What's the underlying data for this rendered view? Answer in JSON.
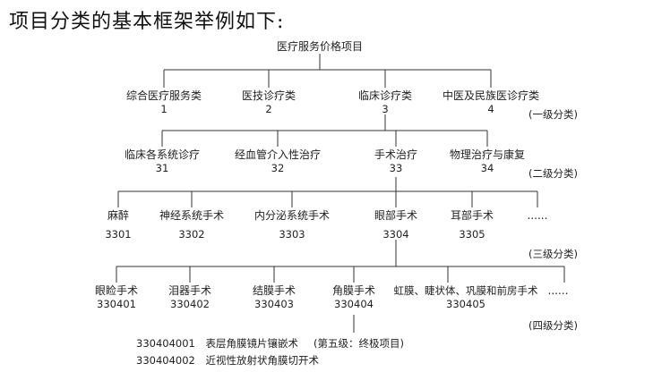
{
  "heading": "项目分类的基本框架举例如下:",
  "root": {
    "label": "医疗服务价格项目"
  },
  "level1": {
    "tag": "(一级分类)",
    "nodes": [
      {
        "label": "综合医疗服务类",
        "code": "1"
      },
      {
        "label": "医技诊疗类",
        "code": "2"
      },
      {
        "label": "临床诊疗类",
        "code": "3"
      },
      {
        "label": "中医及民族医诊疗类",
        "code": "4"
      }
    ]
  },
  "level2": {
    "tag": "(二级分类)",
    "nodes": [
      {
        "label": "临床各系统诊疗",
        "code": "31"
      },
      {
        "label": "经血管介入性治疗",
        "code": "32"
      },
      {
        "label": "手术治疗",
        "code": "33"
      },
      {
        "label": "物理治疗与康复",
        "code": "34"
      }
    ]
  },
  "level3": {
    "tag": "(三级分类)",
    "nodes": [
      {
        "label": "麻醉",
        "code": "3301"
      },
      {
        "label": "神经系统手术",
        "code": "3302"
      },
      {
        "label": "内分泌系统手术",
        "code": "3303"
      },
      {
        "label": "眼部手术",
        "code": "3304"
      },
      {
        "label": "耳部手术",
        "code": "3305"
      },
      {
        "label": "......",
        "code": ""
      }
    ]
  },
  "level4": {
    "tag": "(四级分类)",
    "nodes": [
      {
        "label": "眼睑手术",
        "code": "330401"
      },
      {
        "label": "泪器手术",
        "code": "330402"
      },
      {
        "label": "结膜手术",
        "code": "330403"
      },
      {
        "label": "角膜手术",
        "code": "330404"
      },
      {
        "label": "虹膜、睫状体、巩膜和前房手术",
        "code": "330405"
      },
      {
        "label": "......",
        "code": ""
      }
    ]
  },
  "level5": {
    "tag": "(第五级：终极项目)",
    "items": [
      {
        "code": "330404001",
        "name": "表层角膜镜片镶嵌术"
      },
      {
        "code": "330404002",
        "name": "近视性放射状角膜切开术"
      }
    ]
  }
}
